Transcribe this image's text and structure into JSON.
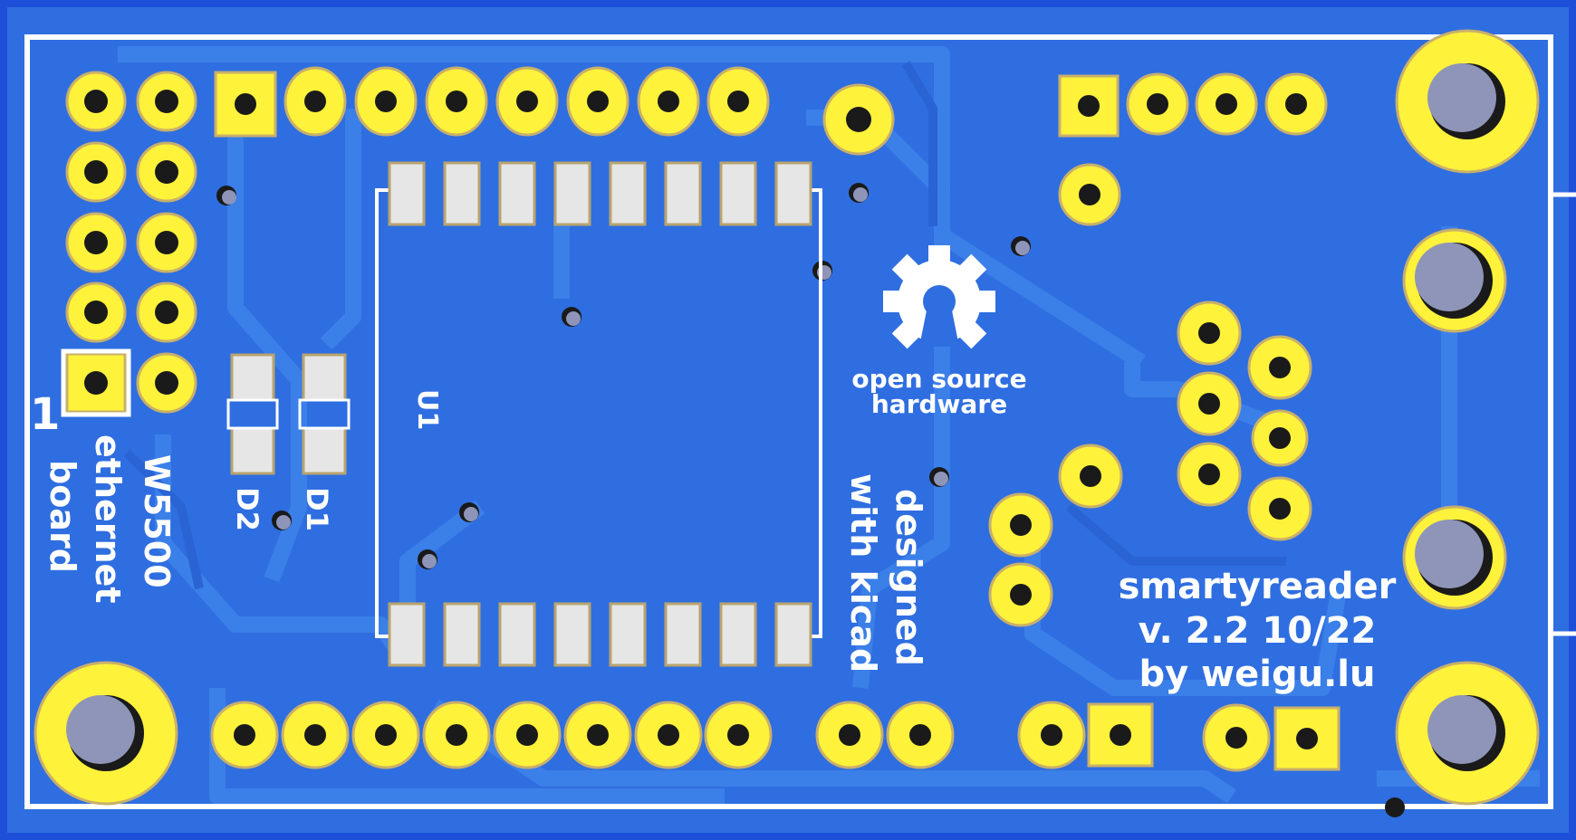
{
  "colors": {
    "background": "#1e4fd8",
    "copper": "#2f6ee0",
    "trace": "#3a7be6",
    "pad": "#fff23a",
    "pad_ring": "#c8b06a",
    "drill": "#8f95b8",
    "smd": "#e6e6e6",
    "silk": "#ffffff"
  },
  "silkscreen": {
    "pin1_marker": "1",
    "w5500": "W5500",
    "ethernet": "ethernet",
    "board": "board",
    "d1": "D1",
    "d2": "D2",
    "u1": "U1",
    "designed": "designed",
    "with_kicad": "with kicad",
    "oshw_line1": "open source",
    "oshw_line2": "hardware",
    "product": "smartyreader",
    "version": "v. 2.2 10/22",
    "author": "by weigu.lu"
  },
  "icons": {
    "oshw_logo": "open-source-hardware-gear-icon"
  }
}
